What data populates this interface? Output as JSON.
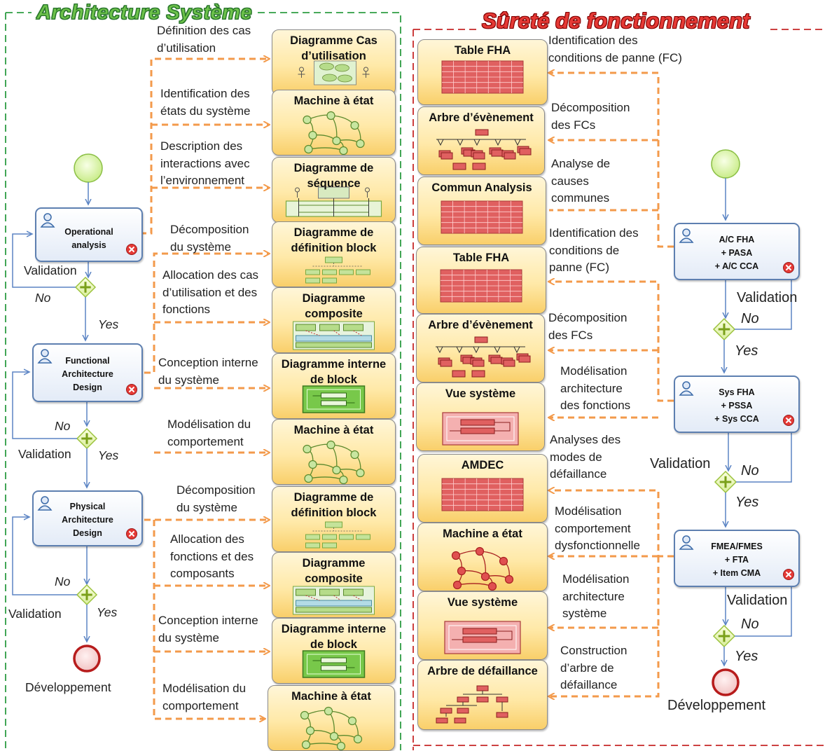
{
  "titles": {
    "left": "Architecture Système",
    "right": "Sûreté de fonctionnement"
  },
  "colors": {
    "left_frame": "#2e9d43",
    "right_frame": "#c62828",
    "arrow_orange": "#f39a4b",
    "flow_blue": "#5b84c4",
    "gateway": "#9bc23c"
  },
  "left_tasks": [
    {
      "lines": [
        "Operational",
        "analysis"
      ]
    },
    {
      "lines": [
        "Functional",
        "Architecture",
        "Design"
      ]
    },
    {
      "lines": [
        "Physical",
        "Architecture",
        "Design"
      ]
    }
  ],
  "right_tasks": [
    {
      "lines": [
        "A/C FHA",
        "+ PASA",
        "+ A/C CCA"
      ]
    },
    {
      "lines": [
        "Sys FHA",
        "+ PSSA",
        "+ Sys CCA"
      ]
    },
    {
      "lines": [
        "FMEA/FMES",
        "+ FTA",
        "+ Item CMA"
      ]
    }
  ],
  "left_boxes": [
    {
      "lines": [
        "Diagramme Cas",
        "d’utilisation"
      ],
      "icon": "use-case-diagram-icon"
    },
    {
      "lines": [
        "Machine à état"
      ],
      "icon": "state-machine-icon"
    },
    {
      "lines": [
        "Diagramme de",
        "séquence"
      ],
      "icon": "sequence-diagram-icon"
    },
    {
      "lines": [
        "Diagramme de",
        "définition block"
      ],
      "icon": "block-definition-icon"
    },
    {
      "lines": [
        "Diagramme",
        "composite"
      ],
      "icon": "composite-diagram-icon"
    },
    {
      "lines": [
        "Diagramme interne",
        "de block"
      ],
      "icon": "internal-block-icon"
    },
    {
      "lines": [
        "Machine à état"
      ],
      "icon": "state-machine-icon"
    },
    {
      "lines": [
        "Diagramme de",
        "définition block"
      ],
      "icon": "block-definition-icon"
    },
    {
      "lines": [
        "Diagramme",
        "composite"
      ],
      "icon": "composite-diagram-icon"
    },
    {
      "lines": [
        "Diagramme interne",
        "de block"
      ],
      "icon": "internal-block-icon"
    },
    {
      "lines": [
        "Machine à état"
      ],
      "icon": "state-machine-icon"
    }
  ],
  "right_boxes": [
    {
      "lines": [
        "Table FHA"
      ],
      "icon": "table-icon"
    },
    {
      "lines": [
        "Arbre d’évènement"
      ],
      "icon": "event-tree-icon"
    },
    {
      "lines": [
        "Commun Analysis"
      ],
      "icon": "table-icon"
    },
    {
      "lines": [
        "Table FHA"
      ],
      "icon": "table-icon"
    },
    {
      "lines": [
        "Arbre d’évènement"
      ],
      "icon": "event-tree-icon"
    },
    {
      "lines": [
        "Vue système"
      ],
      "icon": "system-view-icon"
    },
    {
      "lines": [
        "AMDEC"
      ],
      "icon": "table-icon"
    },
    {
      "lines": [
        "Machine a état"
      ],
      "icon": "red-state-machine-icon"
    },
    {
      "lines": [
        "Vue système"
      ],
      "icon": "system-view-icon"
    },
    {
      "lines": [
        "Arbre de défaillance"
      ],
      "icon": "fault-tree-icon"
    }
  ],
  "left_arrow_labels": [
    {
      "lines": [
        "Définition des cas",
        "d’utilisation"
      ]
    },
    {
      "lines": [
        "Identification des",
        "états du système"
      ]
    },
    {
      "lines": [
        "Description des",
        "interactions avec",
        "l’environnement"
      ]
    },
    {
      "lines": [
        "Décomposition",
        "du système"
      ]
    },
    {
      "lines": [
        "Allocation des cas",
        "d’utilisation et des",
        "fonctions"
      ]
    },
    {
      "lines": [
        "Conception interne",
        "du système"
      ]
    },
    {
      "lines": [
        "Modélisation du",
        "comportement"
      ]
    },
    {
      "lines": [
        "Décomposition",
        "du système"
      ]
    },
    {
      "lines": [
        "Allocation des",
        "fonctions et des",
        "composants"
      ]
    },
    {
      "lines": [
        "Conception interne",
        "du système"
      ]
    },
    {
      "lines": [
        "Modélisation du",
        "comportement"
      ]
    }
  ],
  "right_arrow_labels": [
    {
      "lines": [
        "Identification des",
        "conditions de panne (FC)"
      ]
    },
    {
      "lines": [
        "Décomposition",
        "des FCs"
      ]
    },
    {
      "lines": [
        "Analyse de",
        "causes",
        "communes"
      ]
    },
    {
      "lines": [
        "Identification des",
        "conditions de",
        "panne (FC)"
      ]
    },
    {
      "lines": [
        "Décomposition",
        "des FCs"
      ]
    },
    {
      "lines": [
        "Modélisation",
        "architecture",
        "des fonctions"
      ]
    },
    {
      "lines": [
        "Analyses des",
        "modes de",
        "défaillance"
      ]
    },
    {
      "lines": [
        "Modélisation",
        "comportement",
        "dysfonctionnelle"
      ]
    },
    {
      "lines": [
        "Modélisation",
        "architecture",
        "système"
      ]
    },
    {
      "lines": [
        "Construction",
        "d’arbre de",
        "défaillance"
      ]
    }
  ],
  "flow_labels": {
    "validation": "Validation",
    "no": "No",
    "yes": "Yes",
    "end": "Développement"
  }
}
